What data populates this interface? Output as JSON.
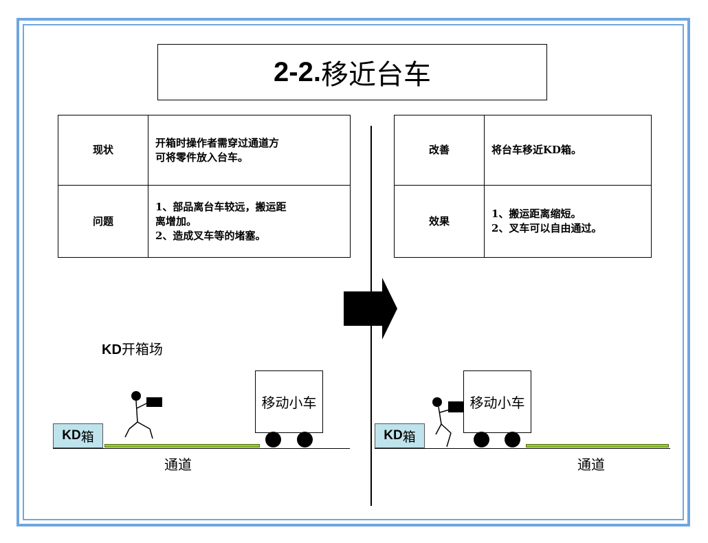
{
  "title": {
    "number": "2-2.",
    "text": "移近台车"
  },
  "left_table": {
    "rows": [
      {
        "key": "现状",
        "lines": [
          "开箱时操作者需穿过通道方",
          "可将零件放入台车。"
        ]
      },
      {
        "key": "问题",
        "lines": [
          "1、部品离台车较远，搬运距",
          "离增加。",
          "2、造成叉车等的堵塞。"
        ]
      }
    ]
  },
  "right_table": {
    "rows": [
      {
        "key": "改善",
        "lines": [
          "将台车移近KD箱。"
        ]
      },
      {
        "key": "效果",
        "lines": [
          "1、搬运距离缩短。",
          "2、叉车可以自由通过。"
        ]
      }
    ]
  },
  "left_scene": {
    "heading_latin": "KD",
    "heading_text": "开箱场",
    "kd_box_latin": "KD",
    "kd_box_text": "箱",
    "cart_label": "移动小车",
    "lane_label": "通道"
  },
  "right_scene": {
    "kd_box_latin": "KD",
    "kd_box_text": "箱",
    "cart_label": "移动小车",
    "lane_label": "通道"
  },
  "colors": {
    "frame": "#6fa6e0",
    "kd_box": "#bfe3ec",
    "lane": "#99cc33",
    "arrow": "#000000"
  },
  "icons": {
    "arrow": "right-arrow-icon",
    "worker": "worker-carrying-box-icon"
  }
}
